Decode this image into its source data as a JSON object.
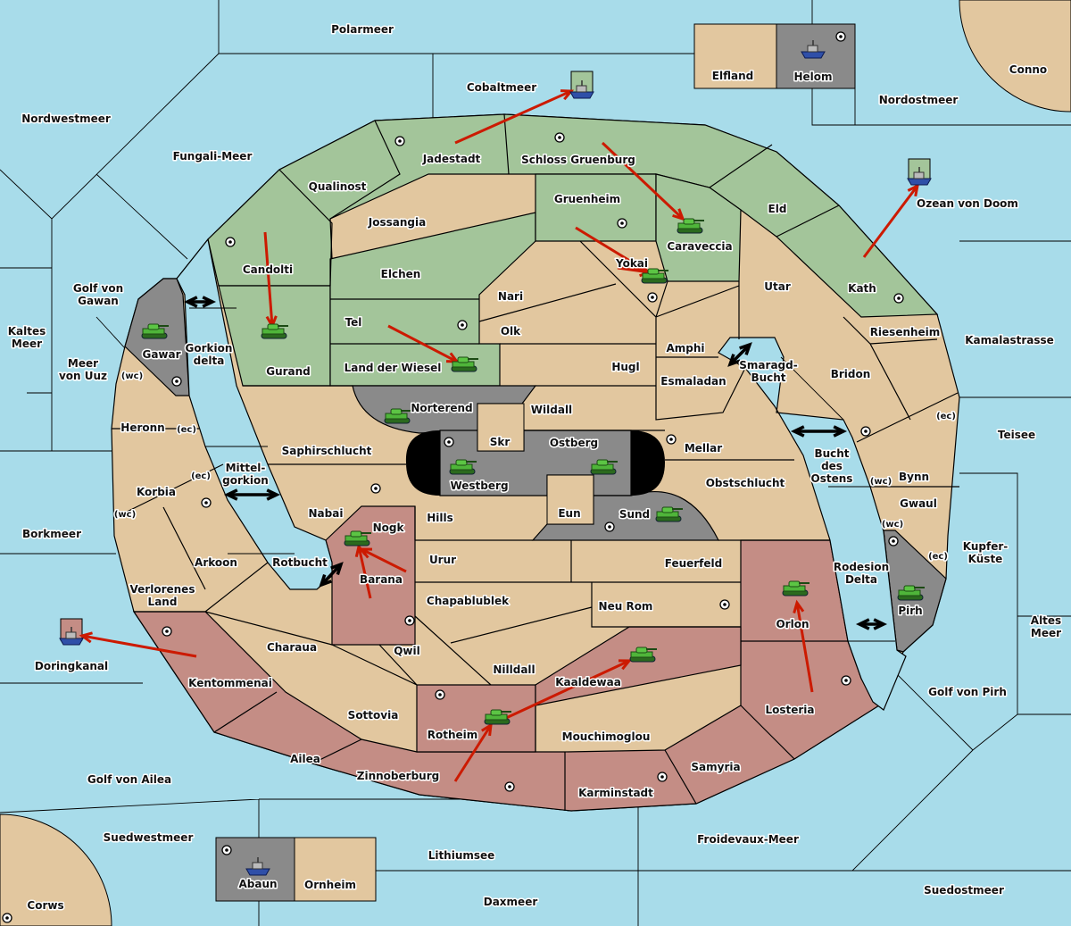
{
  "colors": {
    "sea": "#a8dcea",
    "neutral_land": "#e2c79f",
    "power_green": "#a3c59a",
    "power_red": "#c48d85",
    "power_gray": "#8a8a8a",
    "order_arrow": "#cc1a00",
    "convoy_arrow": "#000000"
  },
  "sea_labels": [
    [
      "Polarmeer"
    ],
    [
      "Cobaltmeer"
    ],
    [
      "Elfland"
    ],
    [
      "Helom"
    ],
    [
      "Conno"
    ],
    [
      "Nordostmeer"
    ],
    [
      "Nordwestmeer"
    ],
    [
      "Fungali-Meer"
    ],
    [
      "Ozean von Doom"
    ],
    [
      "Golf von",
      "Gawan"
    ],
    [
      "Kaltes",
      "Meer"
    ],
    [
      "Meer",
      "von Uuz"
    ],
    [
      "Gorkion",
      "delta"
    ],
    [
      "Kamalastrasse"
    ],
    [
      "Smaragd-",
      "Bucht"
    ],
    [
      "Teisee"
    ],
    [
      "Bucht",
      "des",
      "Ostens"
    ],
    [
      "Mittel-",
      "gorkion"
    ],
    [
      "Borkmeer"
    ],
    [
      "Kupfer-",
      "Küste"
    ],
    [
      "Rotbucht"
    ],
    [
      "Rodesion",
      "Delta"
    ],
    [
      "Altes",
      "Meer"
    ],
    [
      "Doringkanal"
    ],
    [
      "Golf von Pirh"
    ],
    [
      "Golf von Ailea"
    ],
    [
      "Suedwestmeer"
    ],
    [
      "Froidevaux-Meer"
    ],
    [
      "Lithiumsee"
    ],
    [
      "Abaun"
    ],
    [
      "Ornheim"
    ],
    [
      "Suedostmeer"
    ],
    [
      "Daxmeer"
    ],
    [
      "Corws"
    ]
  ],
  "province_labels": [
    [
      "Jadestadt"
    ],
    [
      "Schloss Gruenburg"
    ],
    [
      "Qualinost"
    ],
    [
      "Gruenheim"
    ],
    [
      "Eld"
    ],
    [
      "Jossangia"
    ],
    [
      "Caraveccia"
    ],
    [
      "Candolti"
    ],
    [
      "Yokai"
    ],
    [
      "Elchen"
    ],
    [
      "Nari"
    ],
    [
      "Utar"
    ],
    [
      "Kath"
    ],
    [
      "Tel"
    ],
    [
      "Olk"
    ],
    [
      "Riesenheim"
    ],
    [
      "Amphi"
    ],
    [
      "Gawar"
    ],
    [
      "Land der Wiesel"
    ],
    [
      "Gurand"
    ],
    [
      "Hugl"
    ],
    [
      "Bridon"
    ],
    [
      "Esmaladan"
    ],
    [
      "Norterend"
    ],
    [
      "Wildall"
    ],
    [
      "Heronn"
    ],
    [
      "Skr"
    ],
    [
      "Ostberg"
    ],
    [
      "Mellar"
    ],
    [
      "Saphirschlucht"
    ],
    [
      "Westberg"
    ],
    [
      "Obstschlucht"
    ],
    [
      "Bynn"
    ],
    [
      "Korbia"
    ],
    [
      "Gwaul"
    ],
    [
      "Nabai"
    ],
    [
      "Eun"
    ],
    [
      "Sund"
    ],
    [
      "Hills"
    ],
    [
      "Nogk"
    ],
    [
      "Urur"
    ],
    [
      "Feuerfeld"
    ],
    [
      "Arkoon"
    ],
    [
      "Barana"
    ],
    [
      "Verlorenes",
      "Land"
    ],
    [
      "Pirh"
    ],
    [
      "Chapablublek"
    ],
    [
      "Neu Rom"
    ],
    [
      "Orlon"
    ],
    [
      "Charaua"
    ],
    [
      "Qwil"
    ],
    [
      "Nilldall"
    ],
    [
      "Kaaldewaa"
    ],
    [
      "Kentommenai"
    ],
    [
      "Losteria"
    ],
    [
      "Sottovia"
    ],
    [
      "Rotheim"
    ],
    [
      "Mouchimoglou"
    ],
    [
      "Ailea"
    ],
    [
      "Samyria"
    ],
    [
      "Zinnoberburg"
    ],
    [
      "Karminstadt"
    ]
  ],
  "coast_labels": [
    "(wc)",
    "(ec)",
    "(ec)",
    "(wc)",
    "(ec)",
    "(wc)",
    "(wc)",
    "(ec)"
  ],
  "units": [
    {
      "type": "army",
      "power": "gray",
      "icon": "tank-icon"
    },
    {
      "type": "army",
      "power": "green",
      "icon": "tank-icon"
    },
    {
      "type": "army",
      "power": "gray",
      "icon": "tank-icon"
    },
    {
      "type": "army",
      "power": "green",
      "icon": "tank-icon"
    },
    {
      "type": "army",
      "power": "gray",
      "icon": "tank-icon"
    },
    {
      "type": "army",
      "power": "gray",
      "icon": "tank-icon"
    },
    {
      "type": "army",
      "power": "green",
      "icon": "tank-icon"
    },
    {
      "type": "army",
      "power": "green",
      "icon": "tank-icon"
    },
    {
      "type": "army",
      "power": "red",
      "icon": "tank-icon"
    },
    {
      "type": "army",
      "power": "red",
      "icon": "tank-icon"
    },
    {
      "type": "army",
      "power": "red",
      "icon": "tank-icon"
    },
    {
      "type": "army",
      "power": "gray",
      "icon": "tank-icon"
    },
    {
      "type": "army",
      "power": "red",
      "icon": "tank-icon"
    },
    {
      "type": "army",
      "power": "gray",
      "icon": "tank-icon"
    },
    {
      "type": "fleet",
      "power": "green",
      "icon": "ship-icon"
    },
    {
      "type": "fleet",
      "power": "green",
      "icon": "ship-icon"
    },
    {
      "type": "fleet",
      "power": "red",
      "icon": "ship-icon"
    },
    {
      "type": "fleet",
      "power": "gray",
      "icon": "ship-icon"
    },
    {
      "type": "fleet",
      "power": "gray",
      "icon": "ship-icon"
    }
  ],
  "supply_center_icon": "circle-dot-icon"
}
